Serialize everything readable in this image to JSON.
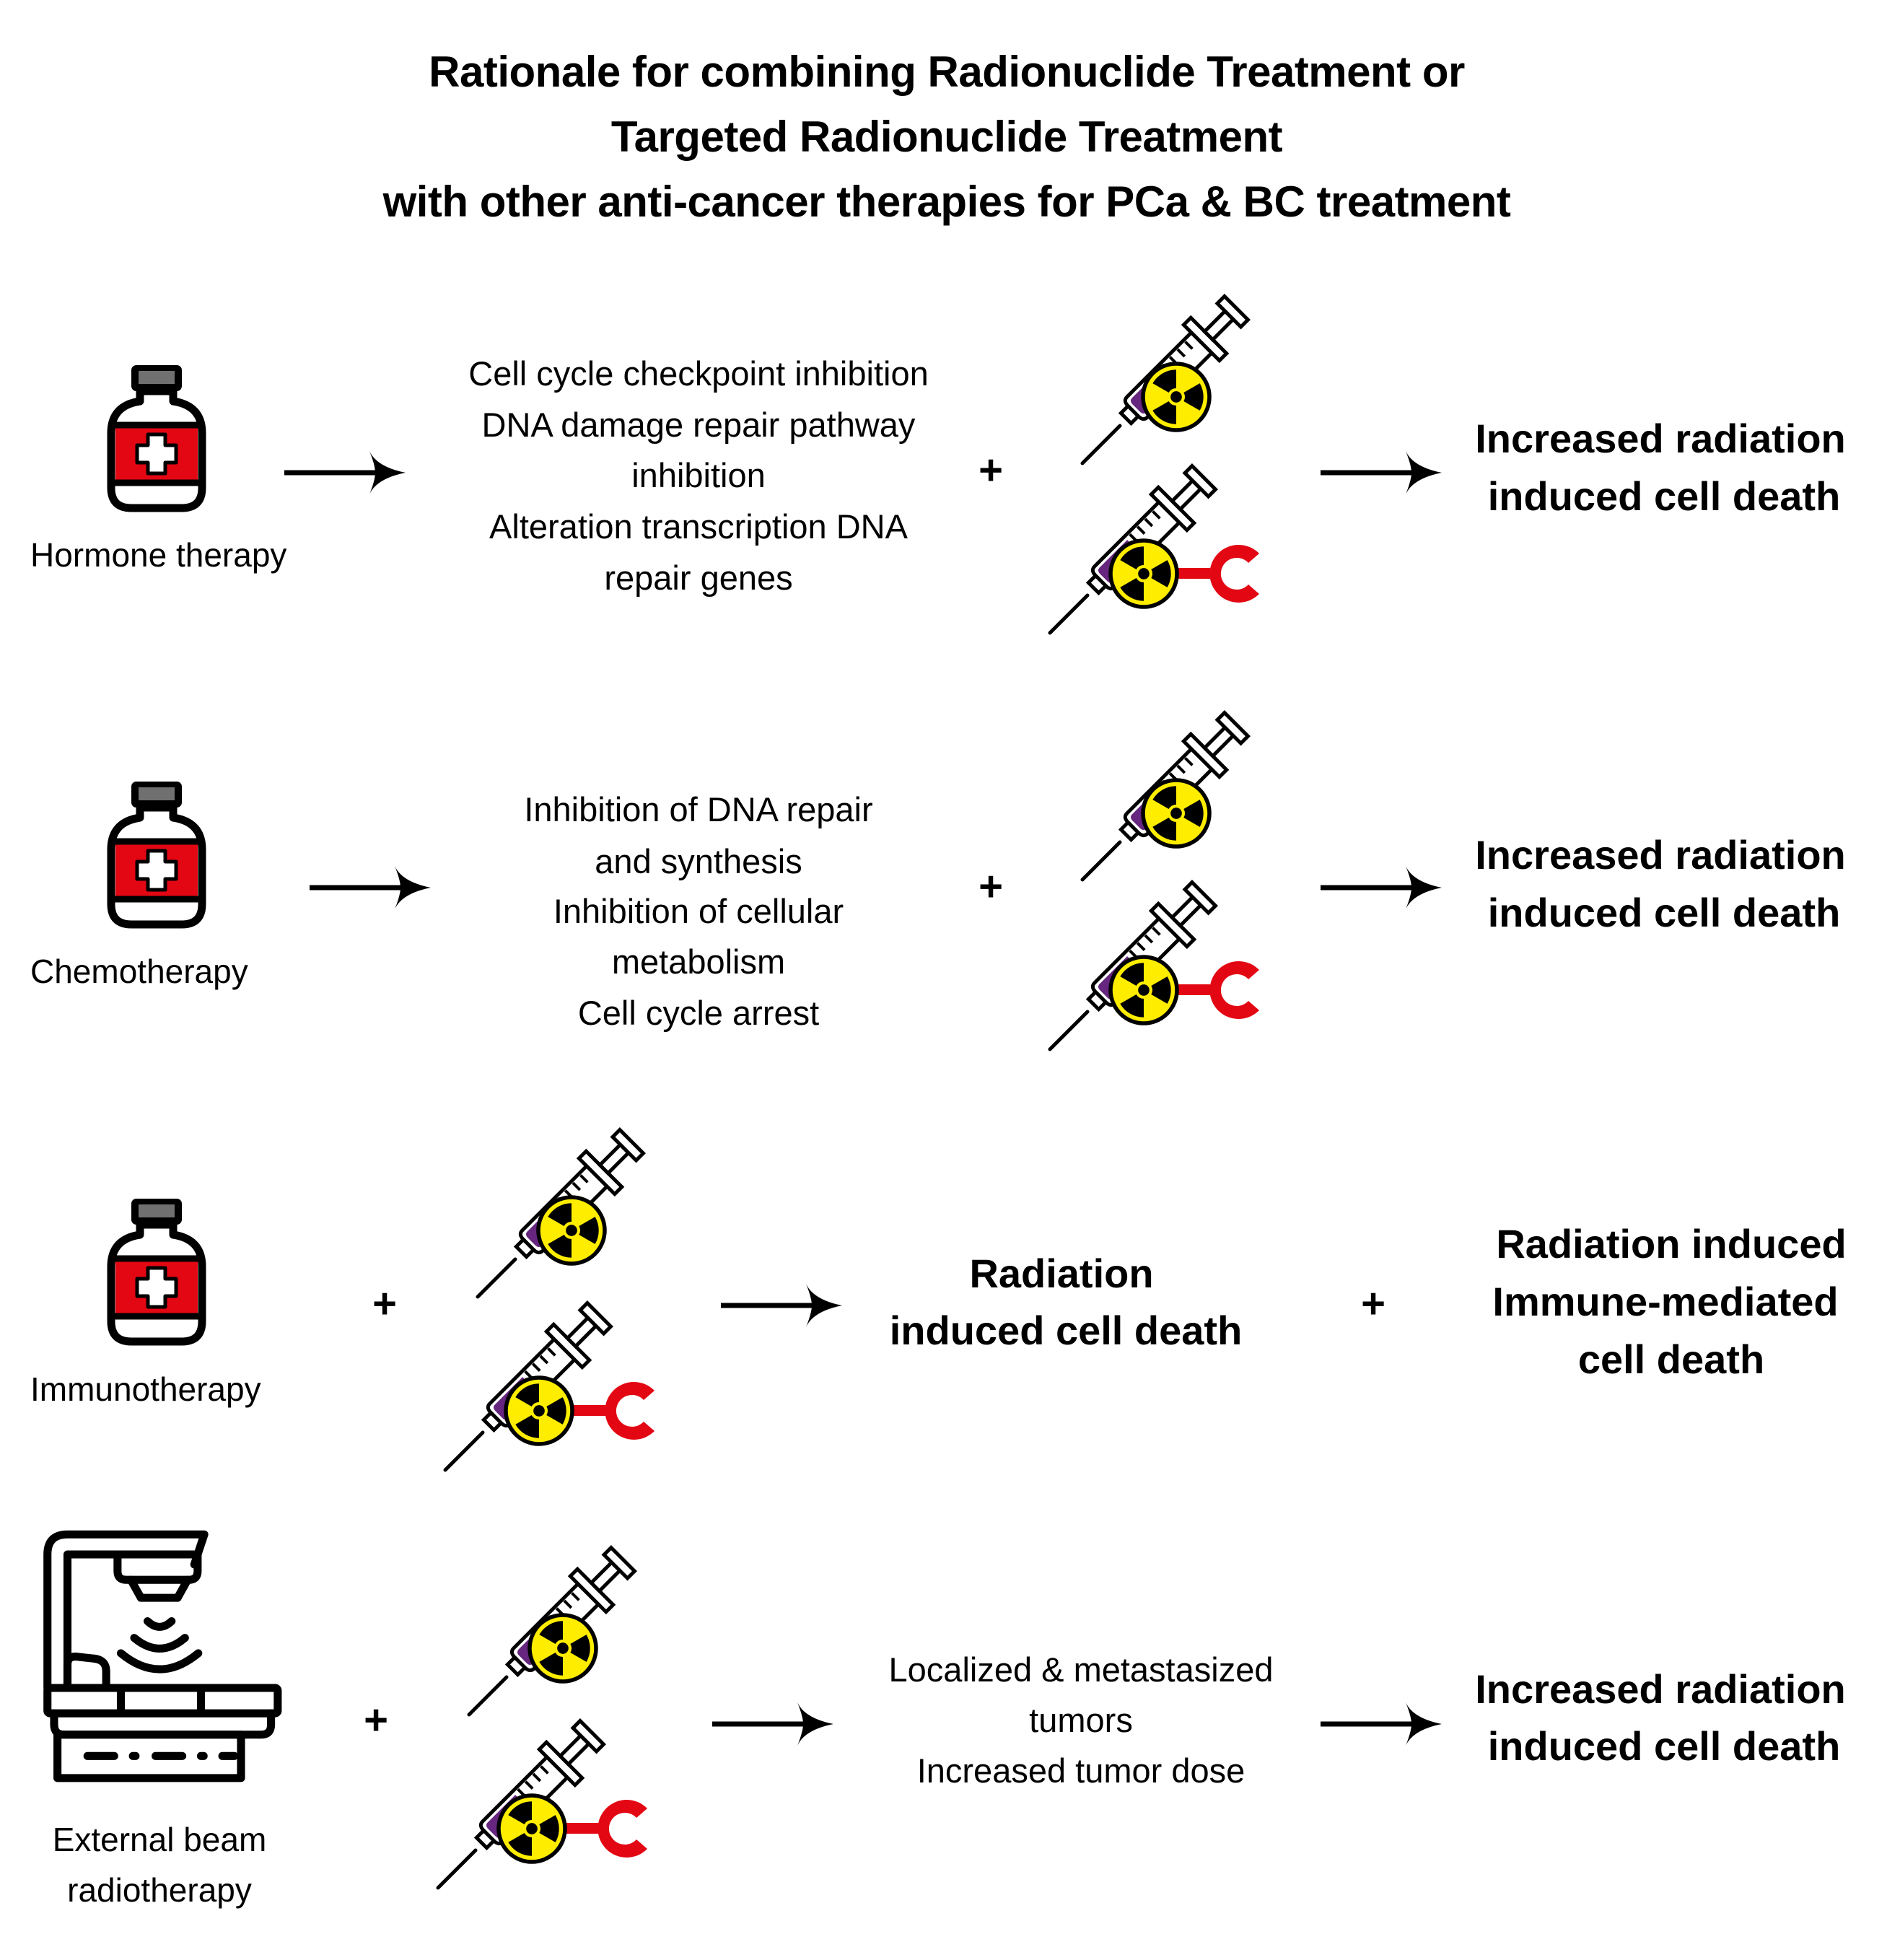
{
  "title": {
    "lines": [
      "Rationale for combining Radionuclide Treatment or",
      "Targeted Radionuclide Treatment",
      "with other anti-cancer therapies for PCa & BC treatment"
    ]
  },
  "colors": {
    "label_red": "#E30613",
    "cap_gray": "#707070",
    "liquid_purple": "#66267F",
    "radiation_yellow": "#FFED00",
    "targeting_red": "#E30613"
  },
  "icons": {
    "drug_bottle": "medicine-bottle-icon",
    "radionuclide_syringe": "radioactive-syringe-icon",
    "targeted_radionuclide_syringe": "targeted-radioactive-syringe-icon",
    "radiotherapy_machine": "linear-accelerator-icon",
    "arrow": "right-arrow-icon"
  },
  "rows": [
    {
      "therapy": {
        "label_lines": [
          "Hormone therapy"
        ]
      },
      "mechanism_lines": [
        "Cell cycle checkpoint inhibition",
        "DNA damage repair pathway",
        "inhibition",
        "Alteration transcription DNA",
        "repair genes"
      ],
      "operator": "+",
      "outcome_lines": [
        "Increased radiation",
        "induced cell death"
      ]
    },
    {
      "therapy": {
        "label_lines": [
          "Chemotherapy"
        ]
      },
      "mechanism_lines": [
        "Inhibition of DNA repair",
        "and synthesis",
        "Inhibition of cellular",
        "metabolism",
        "Cell cycle arrest"
      ],
      "operator": "+",
      "outcome_lines": [
        "Increased radiation",
        "induced cell death"
      ]
    },
    {
      "therapy": {
        "label_lines": [
          "Immunotherapy"
        ]
      },
      "operator": "+",
      "intermediate_lines": [
        "Radiation",
        "induced cell death"
      ],
      "operator2": "+",
      "outcome_lines": [
        "Radiation induced",
        "Immune-mediated",
        "cell death"
      ]
    },
    {
      "therapy": {
        "label_lines": [
          "External beam",
          "radiotherapy"
        ]
      },
      "operator": "+",
      "mechanism_lines": [
        "Localized & metastasized",
        "tumors",
        "Increased tumor dose"
      ],
      "outcome_lines": [
        "Increased radiation",
        "induced cell death"
      ]
    }
  ]
}
